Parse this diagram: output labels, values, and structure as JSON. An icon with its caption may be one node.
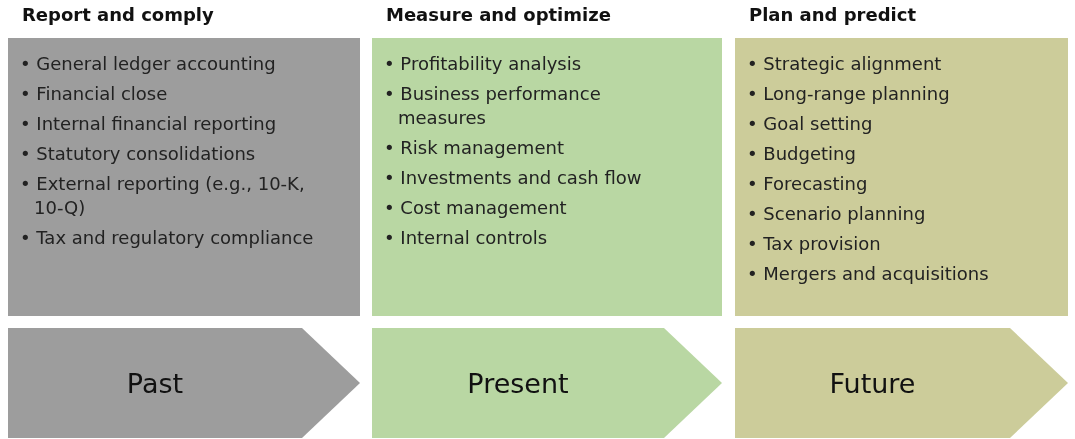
{
  "diagram": {
    "nodes": [
      {
        "text": [
          "Report and comply",
          "• General ledger accounting",
          "• Financial close",
          "• Internal financial reporting",
          "• Statutory consolidations",
          "• External reporting (e.g., 10-K, 10-Q)",
          "• Tax and regulatory compliance"
        ]
      },
      {
        "text": [
          "Measure and optimize",
          "• Profitability analysis",
          "• Business performance measures",
          "• Risk management",
          "• Investments and cash flow",
          "• Cost management",
          "• Internal controls"
        ]
      },
      {
        "text": [
          "Plan and predict",
          "• Strategic alignment",
          "• Long-range planning",
          "• Goal setting",
          "• Budgeting",
          "• Forecasting",
          "• Scenario planning",
          "• Tax provision",
          "• Mergers and acquisitions"
        ]
      },
      {
        "text": [
          "Past"
        ]
      },
      {
        "text": [
          "Present"
        ]
      },
      {
        "text": [
          "Future"
        ]
      }
    ]
  }
}
